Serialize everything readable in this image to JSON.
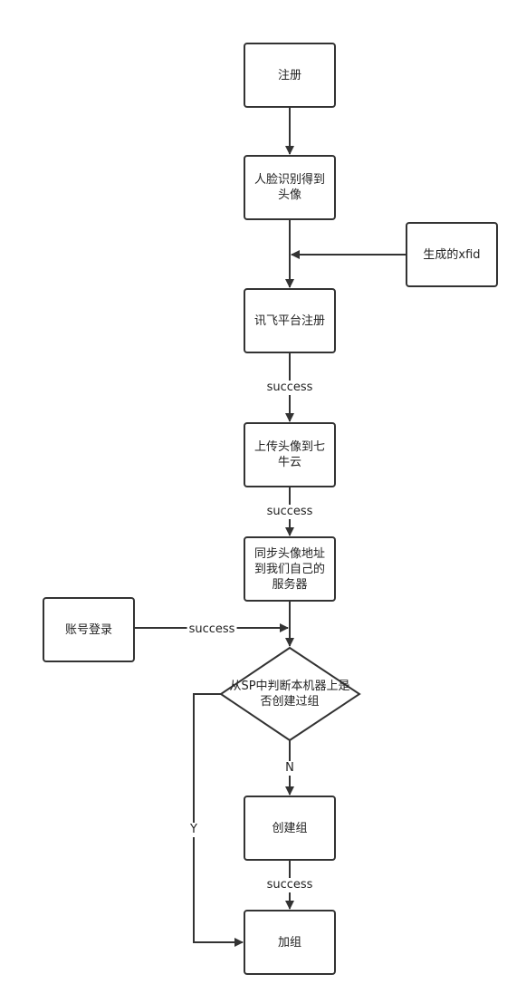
{
  "nodes": {
    "register": "注册",
    "face_recognition": "人脸识别得到头像",
    "generate_xfid": "生成的xfid",
    "iflytek_register": "讯飞平台注册",
    "upload_qiniu": "上传头像到七牛云",
    "sync_avatar": "同步头像地址到我们自己的服务器",
    "account_login": "账号登录",
    "decision": "从SP中判断本机器上是否创建过组",
    "create_group": "创建组",
    "join_group": "加组"
  },
  "edge_labels": {
    "success_1": "success",
    "success_2": "success",
    "success_login": "success",
    "no": "N",
    "yes": "Y",
    "success_3": "success"
  },
  "colors": {
    "stroke": "#333333",
    "fill": "#ffffff",
    "text": "#222222"
  }
}
